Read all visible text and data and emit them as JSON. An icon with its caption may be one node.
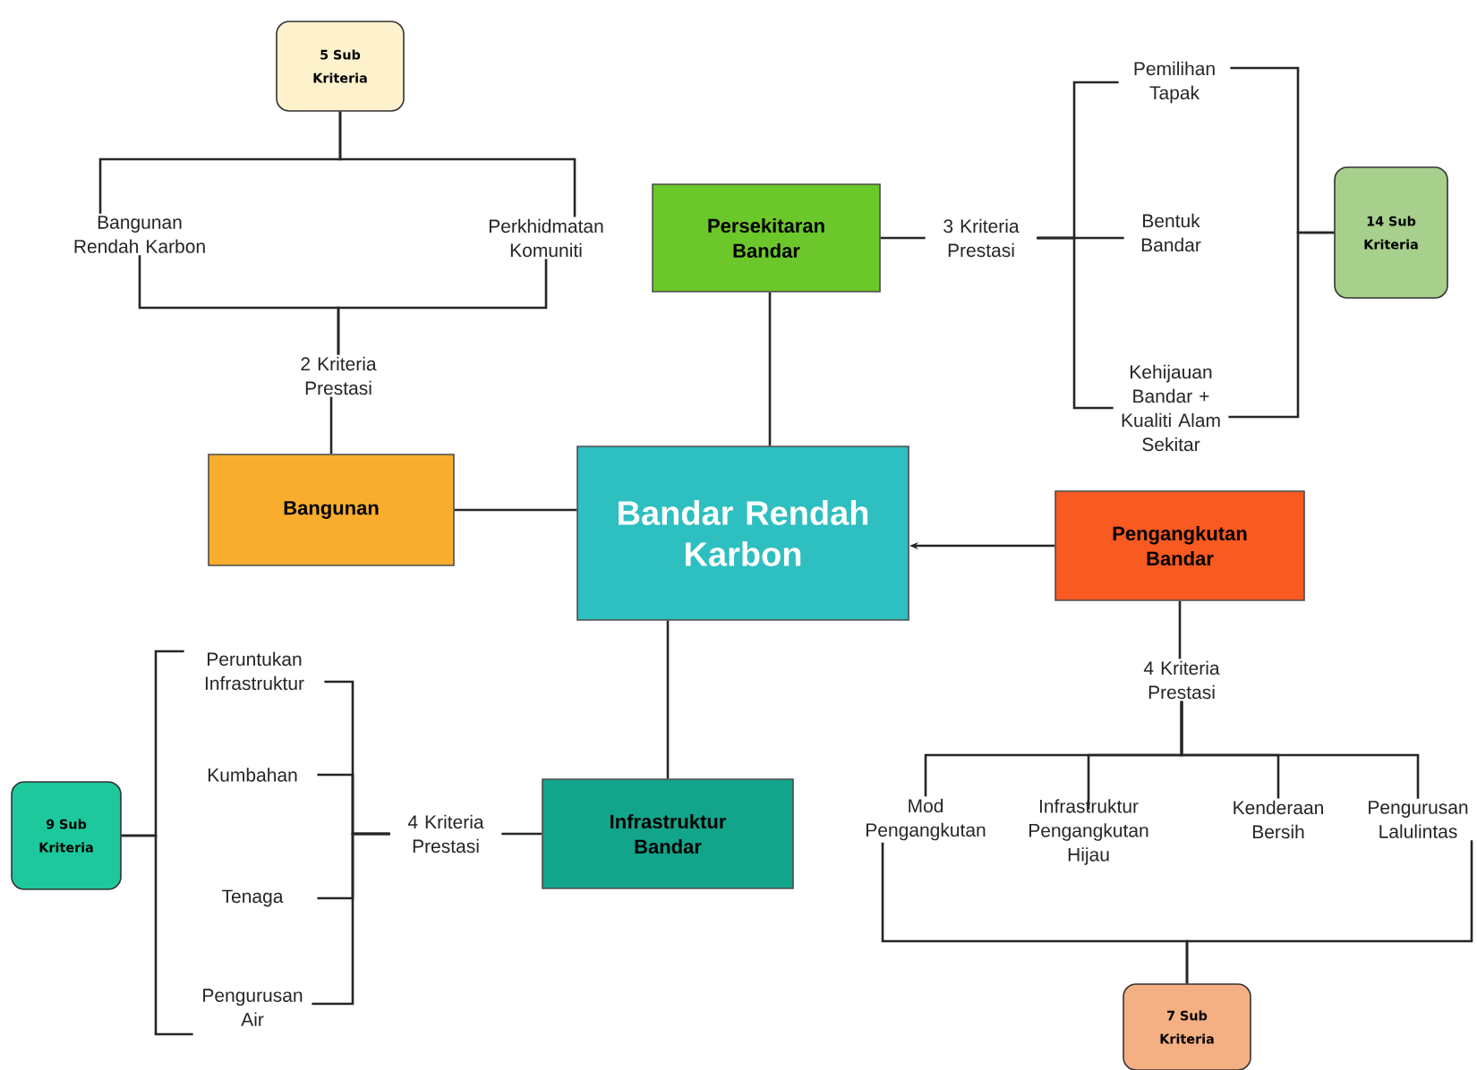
{
  "diagram": {
    "nodes": [
      {
        "text": [
          "Bandar Rendah Karbon"
        ]
      },
      {
        "text": [
          "Persekitaran Bandar"
        ]
      },
      {
        "text": [
          "Bangunan"
        ]
      },
      {
        "text": [
          "Pengangkutan Bandar"
        ]
      },
      {
        "text": [
          "Infrastruktur Bandar"
        ]
      },
      {
        "text": [
          "5 Sub Kriteria"
        ]
      },
      {
        "text": [
          "14 Sub Kriteria"
        ]
      },
      {
        "text": [
          "9 Sub Kriteria"
        ]
      },
      {
        "text": [
          "7 Sub Kriteria"
        ]
      },
      {
        "text": [
          "2 Kriteria Prestasi"
        ]
      },
      {
        "text": [
          "3 Kriteria Prestasi"
        ]
      },
      {
        "text": [
          "4 Kriteria Prestasi"
        ]
      },
      {
        "text": [
          "4 Kriteria Prestasi"
        ]
      },
      {
        "text": [
          "Bangunan Rendah Karbon"
        ]
      },
      {
        "text": [
          "Perkhidmatan Komuniti"
        ]
      },
      {
        "text": [
          "Pemilihan Tapak"
        ]
      },
      {
        "text": [
          "Bentuk Bandar"
        ]
      },
      {
        "text": [
          "Kehijauan Bandar + Kualiti Alam Sekitar"
        ]
      },
      {
        "text": [
          "Peruntukan Infrastruktur"
        ]
      },
      {
        "text": [
          "Kumbahan"
        ]
      },
      {
        "text": [
          "Tenaga"
        ]
      },
      {
        "text": [
          "Pengurusan Air"
        ]
      },
      {
        "text": [
          "Mod Pengangkutan"
        ]
      },
      {
        "text": [
          "Infrastruktur Pengangkutan Hijau"
        ]
      },
      {
        "text": [
          "Kenderaan Bersih"
        ]
      },
      {
        "text": [
          "Pengurusan Lalulintas"
        ]
      }
    ],
    "edges": [
      {
        "from": 0,
        "to": 1,
        "arrow": "none"
      },
      {
        "from": 0,
        "to": 2,
        "arrow": "none"
      },
      {
        "from": 3,
        "to": 0,
        "arrow": "to"
      },
      {
        "from": 0,
        "to": 4,
        "arrow": "none"
      },
      {
        "from": 1,
        "to": 10,
        "arrow": "none"
      },
      {
        "from": 2,
        "to": 9,
        "arrow": "none"
      },
      {
        "from": 4,
        "to": 11,
        "arrow": "none"
      },
      {
        "from": 3,
        "to": 12,
        "arrow": "none"
      },
      {
        "from": 9,
        "to": 13,
        "arrow": "none"
      },
      {
        "from": 9,
        "to": 14,
        "arrow": "none"
      },
      {
        "from": 13,
        "to": 5,
        "arrow": "none"
      },
      {
        "from": 14,
        "to": 5,
        "arrow": "none"
      },
      {
        "from": 10,
        "to": 15,
        "arrow": "none"
      },
      {
        "from": 10,
        "to": 16,
        "arrow": "none"
      },
      {
        "from": 10,
        "to": 17,
        "arrow": "none"
      },
      {
        "from": 15,
        "to": 6,
        "arrow": "none"
      },
      {
        "from": 17,
        "to": 6,
        "arrow": "none"
      },
      {
        "from": 11,
        "to": 18,
        "arrow": "none"
      },
      {
        "from": 11,
        "to": 19,
        "arrow": "none"
      },
      {
        "from": 11,
        "to": 20,
        "arrow": "none"
      },
      {
        "from": 11,
        "to": 21,
        "arrow": "none"
      },
      {
        "from": 18,
        "to": 7,
        "arrow": "none"
      },
      {
        "from": 21,
        "to": 7,
        "arrow": "none"
      },
      {
        "from": 12,
        "to": 22,
        "arrow": "none"
      },
      {
        "from": 12,
        "to": 23,
        "arrow": "none"
      },
      {
        "from": 12,
        "to": 24,
        "arrow": "none"
      },
      {
        "from": 12,
        "to": 25,
        "arrow": "none"
      },
      {
        "from": 22,
        "to": 8,
        "arrow": "none"
      },
      {
        "from": 25,
        "to": 8,
        "arrow": "none"
      }
    ]
  }
}
